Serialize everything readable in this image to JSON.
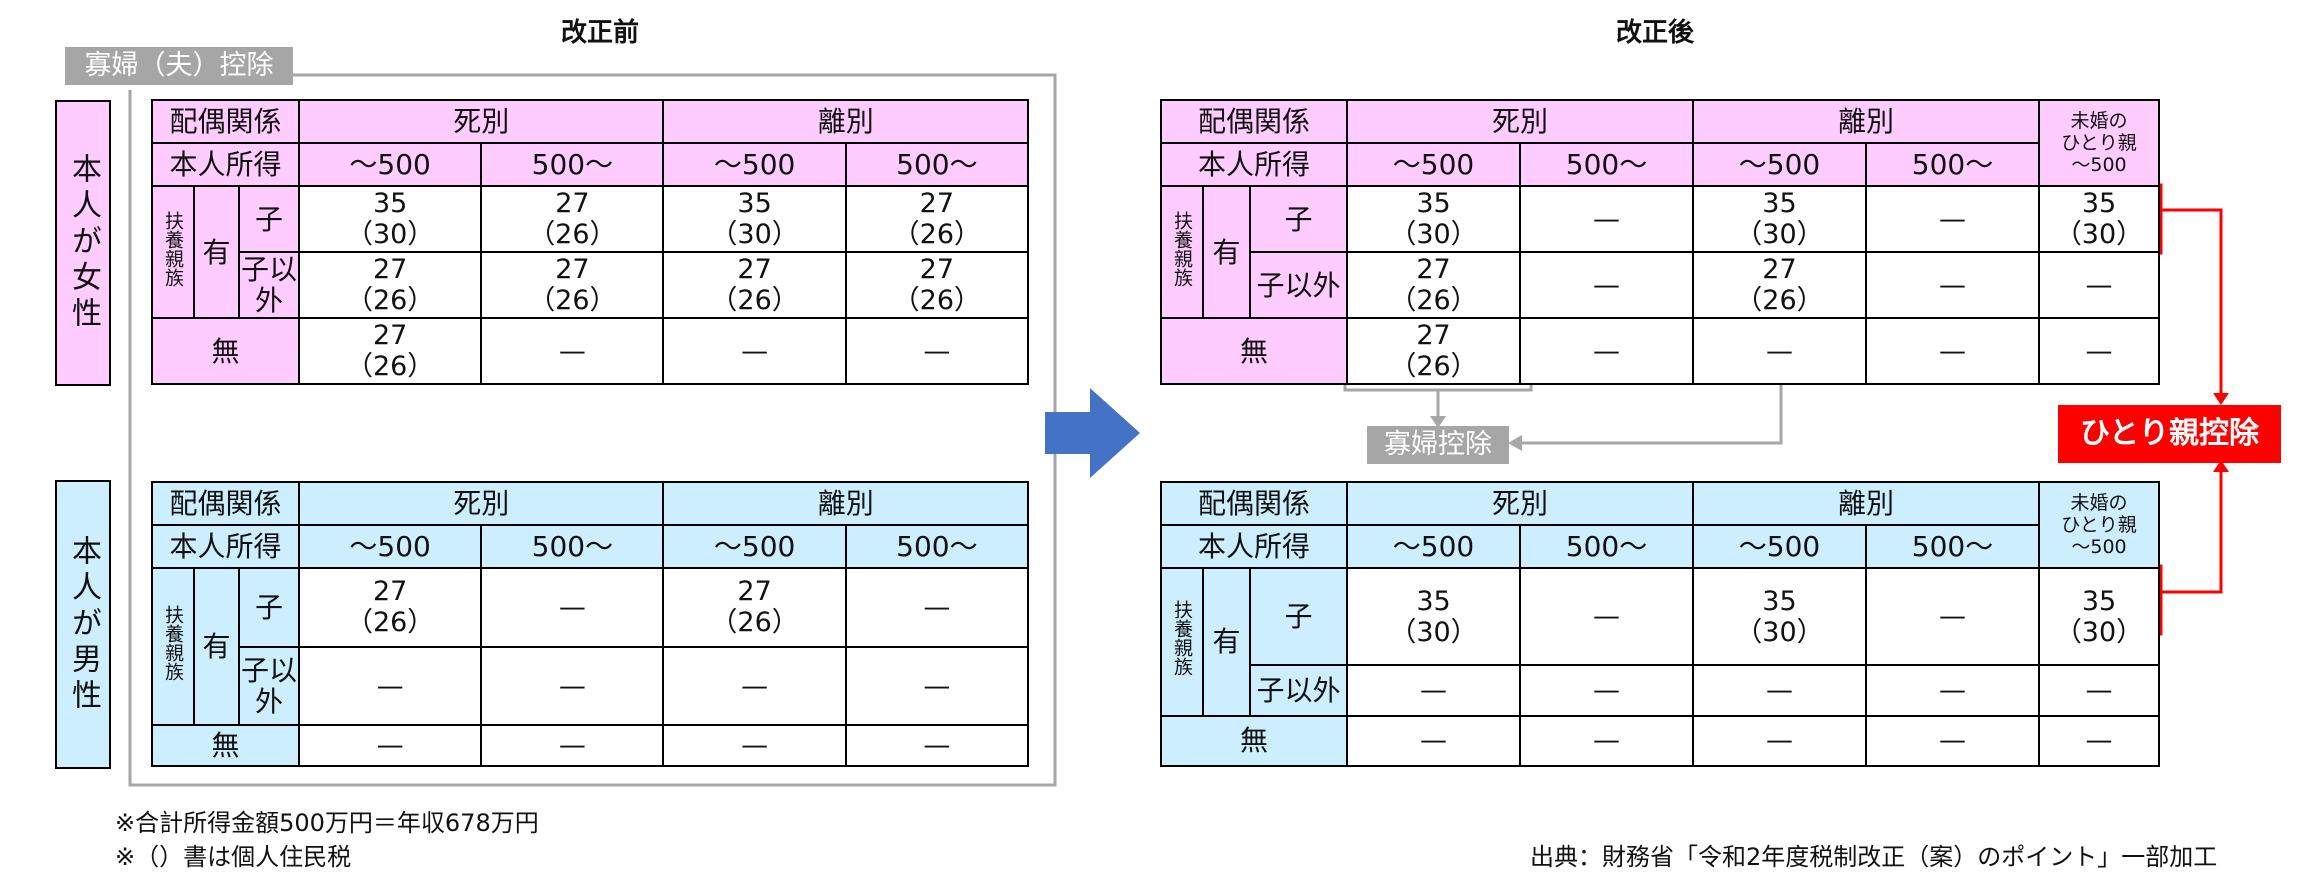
{
  "headings": {
    "before": "改正前",
    "after": "改正後"
  },
  "labels": {
    "old_deduction": "寡婦（夫）控除",
    "widow_deduction": "寡婦控除",
    "single_parent_deduction": "ひとり親控除",
    "female": "本人が女性",
    "male": "本人が男性"
  },
  "table_header": {
    "spouse": "配偶関係",
    "income": "本人所得",
    "death": "死別",
    "divorce": "離別",
    "unmarried": "未婚の\nひとり親\n〜500",
    "lt500": "〜500",
    "gt500": "500〜"
  },
  "row_labels": {
    "dependents": "扶養親族",
    "yes": "有",
    "child": "子",
    "non_child": "子以外",
    "none": "無"
  },
  "values": {
    "v35": "35\n（30）",
    "v27": "27\n（26）",
    "dash": "—"
  },
  "notes": [
    "※合計所得金額500万円＝年収678万円",
    "※（）書は個人住民税"
  ],
  "source": "出典：財務省「令和2年度税制改正（案）のポイント」一部加工",
  "colors": {
    "pink": "#ffccff",
    "blue": "#cceeff",
    "red": "#ff0000",
    "gray": "#a6a6a6",
    "arrow": "#4472c4"
  }
}
